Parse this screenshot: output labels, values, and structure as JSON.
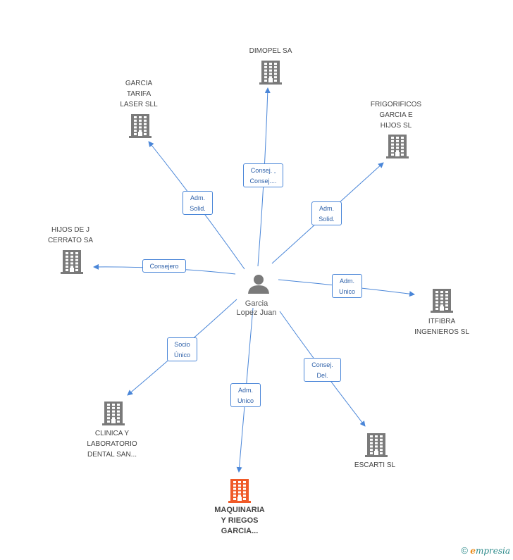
{
  "center": {
    "label": "Garcia\nLopez Juan",
    "icon": "person-icon"
  },
  "companies": [
    {
      "id": "dimopel",
      "label": "DIMOPEL SA",
      "relation": "Consej. ,\nConsej....",
      "icon": "building-icon"
    },
    {
      "id": "garcia-tarifa",
      "label": "GARCIA\nTARIFA\nLASER SLL",
      "relation": "Adm.\nSolid.",
      "icon": "building-icon"
    },
    {
      "id": "frigorificos",
      "label": "FRIGORIFICOS\nGARCIA E\nHIJOS  SL",
      "relation": "Adm.\nSolid.",
      "icon": "building-icon"
    },
    {
      "id": "hijos-j-cerrato",
      "label": "HIJOS DE J\nCERRATO SA",
      "relation": "Consejero",
      "icon": "building-icon"
    },
    {
      "id": "itfibra",
      "label": "ITFIBRA\nINGENIEROS  SL",
      "relation": "Adm.\nUnico",
      "icon": "building-icon"
    },
    {
      "id": "clinica",
      "label": "CLINICA Y\nLABORATORIO\nDENTAL SAN...",
      "relation": "Socio\nÚnico",
      "icon": "building-icon"
    },
    {
      "id": "escarti",
      "label": "ESCARTI SL",
      "relation": "Consej.\nDel.",
      "icon": "building-icon"
    },
    {
      "id": "maquinaria",
      "label": "MAQUINARIA\nY RIEGOS\nGARCIA...",
      "relation": "Adm.\nUnico",
      "icon": "building-icon",
      "highlight": true
    }
  ],
  "footer": {
    "copyright": "©",
    "brand_e": "e",
    "brand_rest": "mpresia"
  },
  "colors": {
    "edge": "#4a86d8",
    "building": "#7a7a7a",
    "highlight": "#f05a28",
    "person": "#7a7a7a"
  }
}
